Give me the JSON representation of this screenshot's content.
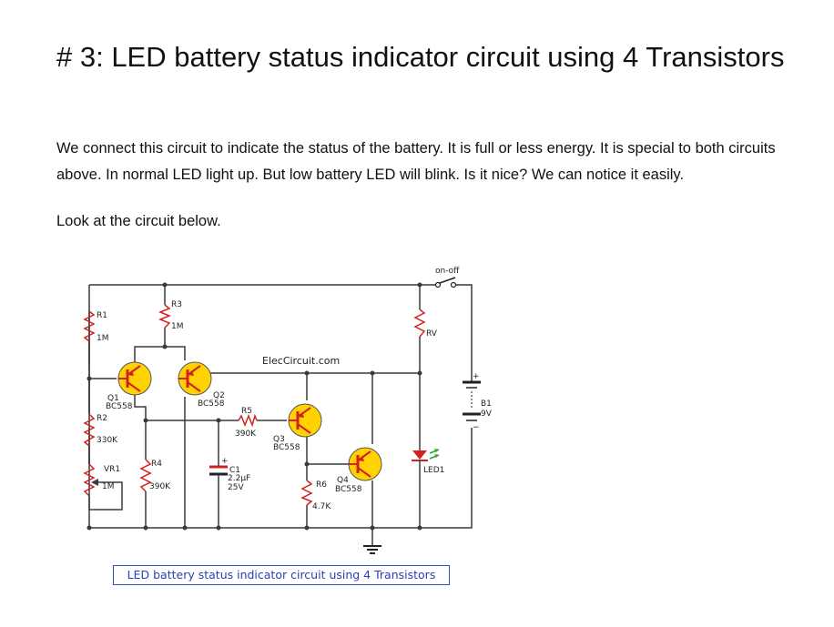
{
  "article": {
    "heading": "# 3: LED battery status indicator circuit using 4 Transistors",
    "intro": "We connect this circuit to indicate the status of the battery. It is full or less energy. It is special to both circuits above. In normal LED light up. But low battery LED will blink. Is it nice? We can notice it easily.",
    "lead_in": "Look at the circuit below."
  },
  "schematic": {
    "brand": "ElecCircuit.com",
    "switch_label": "on-off",
    "caption": "LED battery status indicator circuit using 4 Transistors",
    "components": {
      "r1": {
        "ref": "R1",
        "value": "1M"
      },
      "r3": {
        "ref": "R3",
        "value": "1M"
      },
      "rv": {
        "ref": "RV"
      },
      "q1": {
        "ref": "Q1",
        "part": "BC558"
      },
      "q2": {
        "ref": "Q2",
        "part": "BC558"
      },
      "q3": {
        "ref": "Q3",
        "part": "BC558"
      },
      "q4": {
        "ref": "Q4",
        "part": "BC558"
      },
      "r5": {
        "ref": "R5",
        "value": "390K"
      },
      "r2": {
        "ref": "R2",
        "value": "330K"
      },
      "r4": {
        "ref": "R4",
        "value": "390K"
      },
      "vr1": {
        "ref": "VR1",
        "value": "1M"
      },
      "c1": {
        "ref": "C1",
        "value": "2.2µF",
        "voltage": "25V"
      },
      "r6": {
        "ref": "R6",
        "value": "4.7K"
      },
      "led1": {
        "ref": "LED1"
      },
      "b1": {
        "ref": "B1",
        "value": "9V"
      }
    },
    "colors": {
      "wire": "#3a3a3a",
      "transistor_fill": "#ffd200",
      "transistor_mark": "#d32020",
      "led": "#d32020",
      "led_arrows": "#22aa22",
      "resistor": "#d32020",
      "caption_border": "#2b4fc0"
    }
  }
}
